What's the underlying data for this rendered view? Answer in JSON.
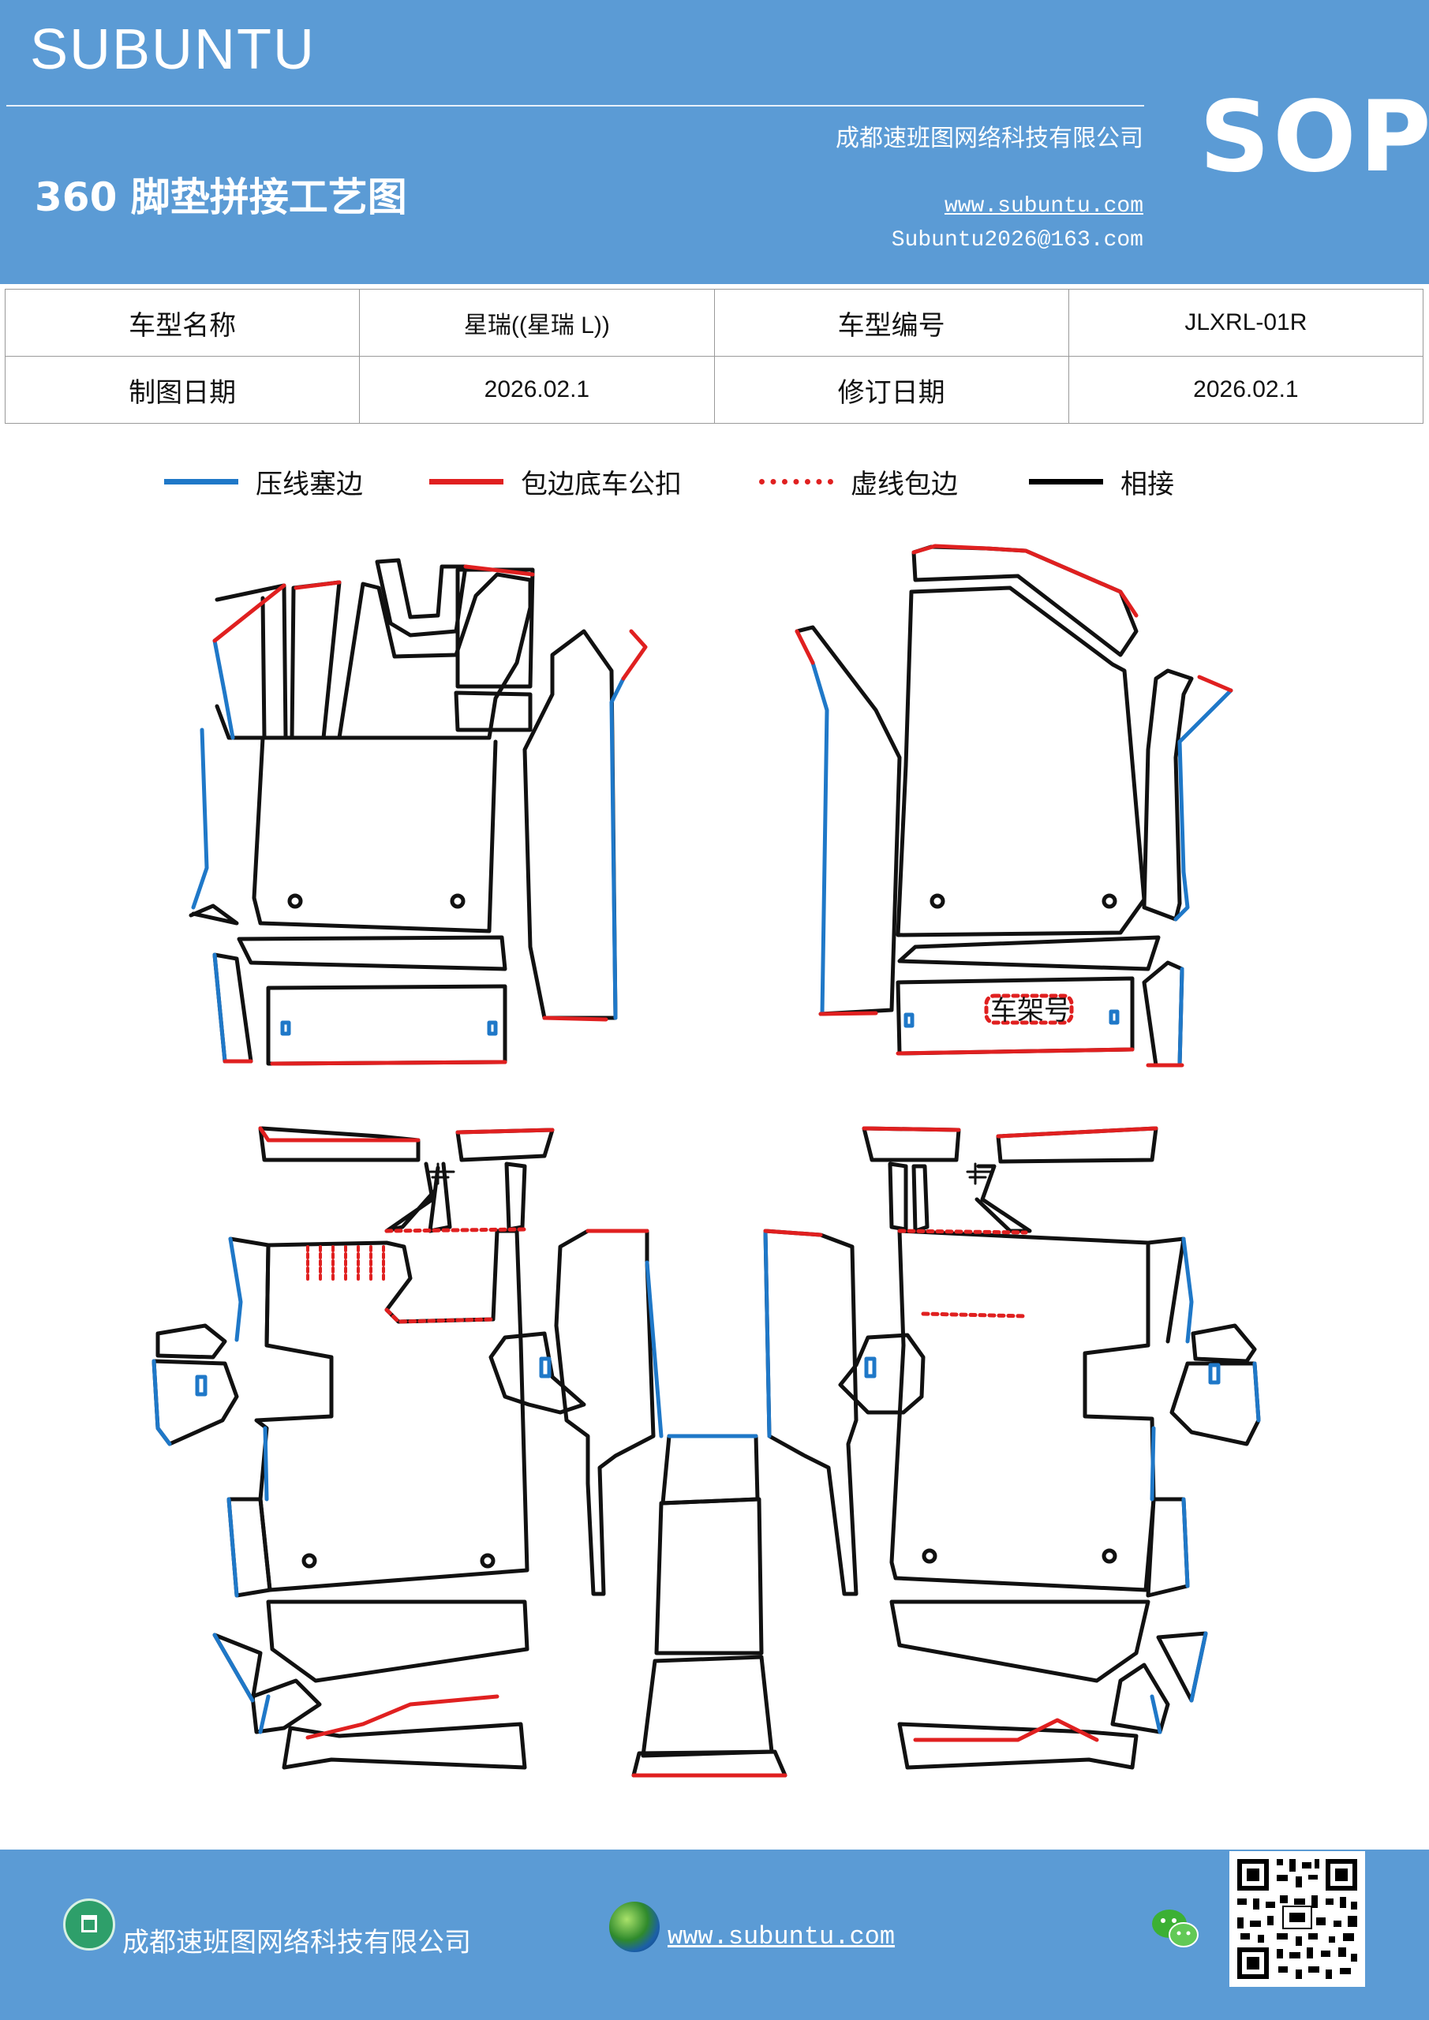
{
  "header": {
    "brand": "SUBUNTU",
    "company": "成都速班图网络科技有限公司",
    "title": "360 脚垫拼接工艺图",
    "website": "www.subuntu.com",
    "email": "Subuntu2026@163.com",
    "badge": "SOP"
  },
  "info_table": {
    "row1": {
      "k1": "车型名称",
      "v1": "星瑞((星瑞 L))",
      "k2": "车型编号",
      "v2": "JLXRL-01R"
    },
    "row2": {
      "k1": "制图日期",
      "v1": "2026.02.1",
      "k2": "修订日期",
      "v2": "2026.02.1"
    }
  },
  "legend": [
    {
      "label": "压线塞边",
      "color": "#1f78c8",
      "style": "solid"
    },
    {
      "label": "包边底车公扣",
      "color": "#e02020",
      "style": "solid"
    },
    {
      "label": "虚线包边",
      "color": "#e02020",
      "style": "dotted"
    },
    {
      "label": "相接",
      "color": "#000000",
      "style": "solid"
    }
  ],
  "diagram": {
    "vin_label": "车架号",
    "colors": {
      "press": "#1f78c8",
      "edge": "#e02020",
      "join": "#111111"
    }
  },
  "footer": {
    "company": "成都速班图网络科技有限公司",
    "website": "www.subuntu.com",
    "icons": [
      "building-icon",
      "globe-icon",
      "wechat-icon",
      "qr-code"
    ]
  }
}
